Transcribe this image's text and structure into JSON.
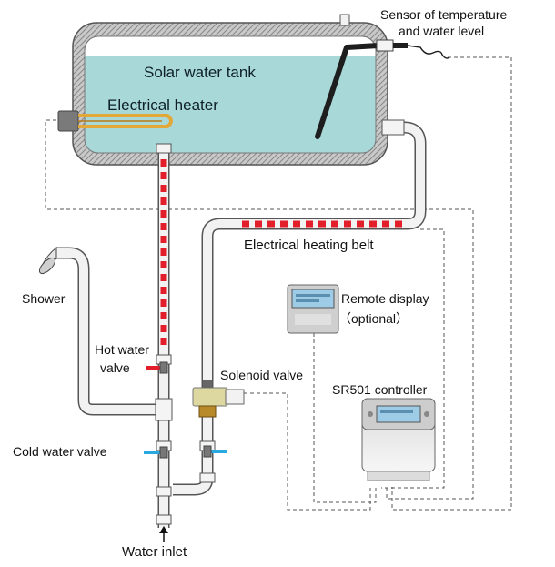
{
  "labels": {
    "sensor_line1": "Sensor of temperature",
    "sensor_line2": "and water level",
    "tank": "Solar water tank",
    "heater": "Electrical heater",
    "heating_belt": "Electrical heating belt",
    "remote_display": "Remote display",
    "optional": "（optional）",
    "shower": "Shower",
    "hot_water_line1": "Hot water",
    "hot_water_line2": "valve",
    "solenoid": "Solenoid valve",
    "controller": "SR501 controller",
    "cold_water": "Cold water valve",
    "water_inlet": "Water inlet"
  },
  "colors": {
    "water": "#a8d8d8",
    "heater": "#e2a83a",
    "heating_belt": "#e11e2a",
    "hot_valve": "#e11e2a",
    "cold_valve": "#2aa8e0",
    "insulation": "#b9b9b9",
    "pipe": "#f2f2f2"
  },
  "icons": [
    "shower-icon",
    "remote-display-icon",
    "controller-icon",
    "solenoid-valve-icon",
    "sensor-probe-icon",
    "inlet-arrow-icon"
  ]
}
